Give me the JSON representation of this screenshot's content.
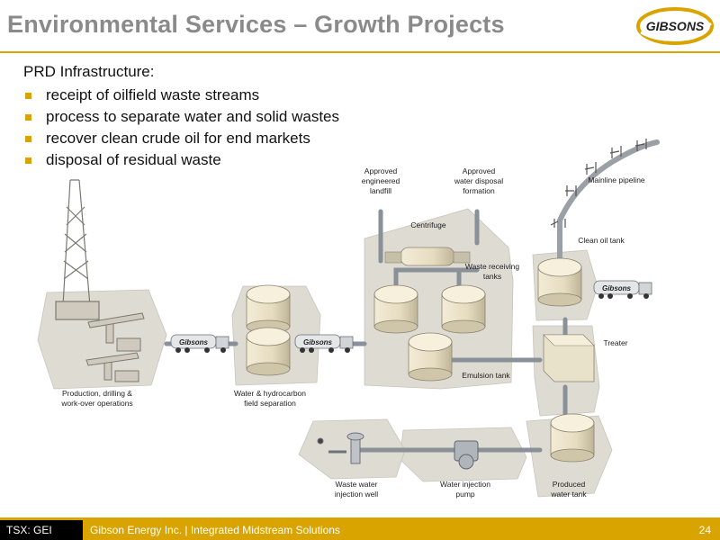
{
  "header": {
    "title": "Environmental Services – Growth Projects"
  },
  "logo": {
    "text": "GIBSONS"
  },
  "content": {
    "intro": "PRD Infrastructure:",
    "bullets": [
      "receipt of oilfield waste streams",
      "process to separate water and solid wastes",
      "recover clean crude oil for end markets",
      "disposal of residual waste"
    ]
  },
  "diagram": {
    "labels": {
      "production_1": "Production, drilling &",
      "production_2": "work-over operations",
      "separation_1": "Water & hydrocarbon",
      "separation_2": "field separation",
      "landfill_1": "Approved",
      "landfill_2": "engineered",
      "landfill_3": "landfill",
      "disposal_1": "Approved",
      "disposal_2": "water disposal",
      "disposal_3": "formation",
      "centrifuge": "Centrifuge",
      "receiving_1": "Waste receiving",
      "receiving_2": "tanks",
      "emulsion": "Emulsion tank",
      "mainline": "Mainline pipeline",
      "clean_oil": "Clean oil tank",
      "treater": "Treater",
      "injection_well_1": "Waste water",
      "injection_well_2": "injection well",
      "injection_pump_1": "Water injection",
      "injection_pump_2": "pump",
      "produced_1": "Produced",
      "produced_2": "water tank"
    },
    "truck_brand": "Gibsons"
  },
  "footer": {
    "ticker": "TSX: GEI",
    "company": "Gibson Energy Inc.   |   Integrated Midstream Solutions",
    "page": "24"
  },
  "colors": {
    "accent": "#d9a300",
    "title": "#8a8a8a",
    "pad": "#dedbd3",
    "tank": "#ece5cf"
  }
}
